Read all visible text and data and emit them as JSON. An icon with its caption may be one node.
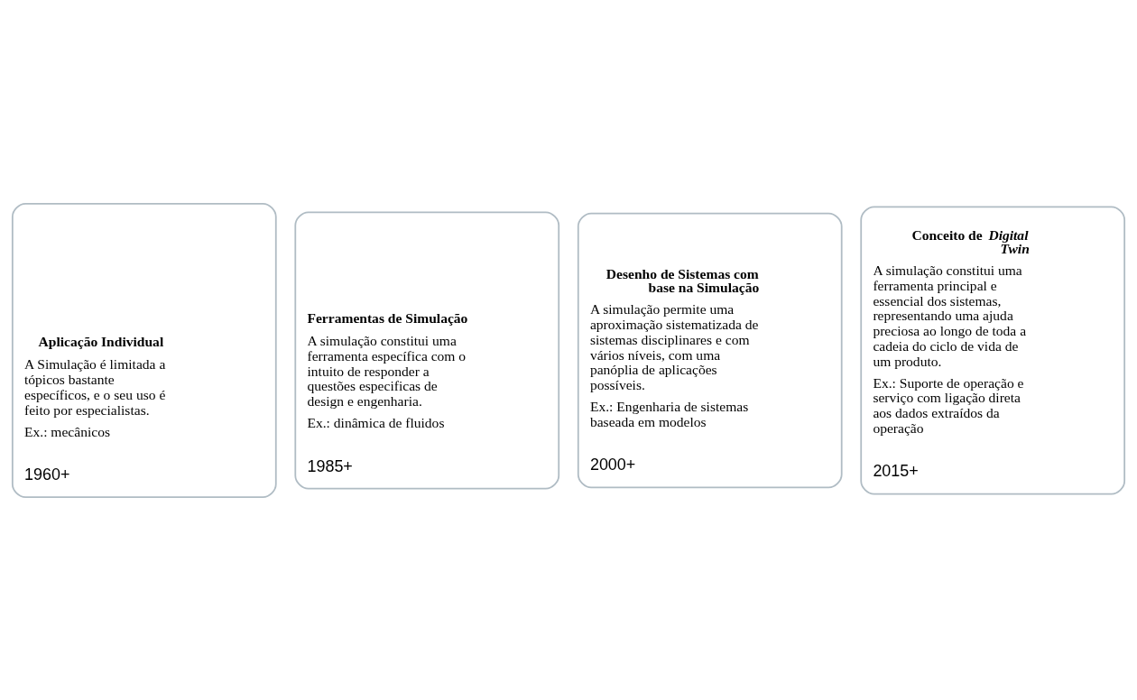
{
  "diagram": {
    "nodes": [
      {
        "text": [
          "Aplicação Individual",
          "A Simulação é limitada a tópicos bastante específicos, e o seu uso é feito por especialistas.",
          "Ex.: mecânicos",
          "1960+"
        ]
      },
      {
        "text": [
          "Ferramentas de Simulação",
          "A simulação constitui uma ferramenta específica com o intuito de responder a questões especificas de design e engenharia.",
          "Ex.: dinâmica de fluidos",
          "1985+"
        ]
      },
      {
        "text": [
          "Desenho de Sistemas com base na Simulação",
          "A simulação permite uma aproximação sistematizada de sistemas disciplinares e com vários níveis, com uma panóplia de aplicações possíveis.",
          "Ex.: Engenharia de sistemas baseada em modelos",
          "2000+"
        ]
      },
      {
        "text": [
          "Conceito de *Digital Twin*",
          "A simulação constitui uma ferramenta principal e essencial dos sistemas, representando uma ajuda preciosa ao longo de toda a cadeia do ciclo de vida de um produto.",
          "Ex.: Suporte de operação e serviço com ligação direta aos dados extraídos da operação",
          "2015+"
        ]
      }
    ]
  }
}
